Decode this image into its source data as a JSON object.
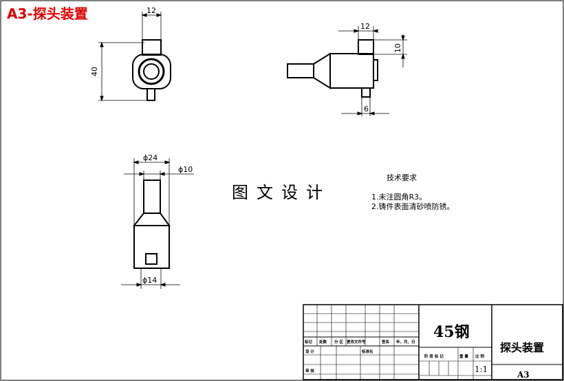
{
  "heading": "A3-探头装置",
  "center_title": "图文设计",
  "notes": {
    "title": "技术要求",
    "items": [
      "1.未注圆角R3。",
      "2.铸件表面清砂喷防锈。"
    ]
  },
  "dimensions": {
    "top_width": "12",
    "side_height": "40",
    "right_width": "12",
    "right_height": "10",
    "right_bottom": "6",
    "dia_24": "ϕ24",
    "dia_10": "ϕ10",
    "dia_14": "ϕ14"
  },
  "title_block": {
    "material": "45钢",
    "part_name": "探头装置",
    "scale": "1:1",
    "sheet_size": "A3",
    "row_labels": [
      "标记",
      "处数",
      "分 区",
      "更改文件号",
      "签名",
      "年、月、日"
    ],
    "design": "设 计",
    "standard": "标准化",
    "review": "审 核",
    "stage_labels": [
      "阶 段 标 记",
      "重 量",
      "比 例"
    ]
  }
}
